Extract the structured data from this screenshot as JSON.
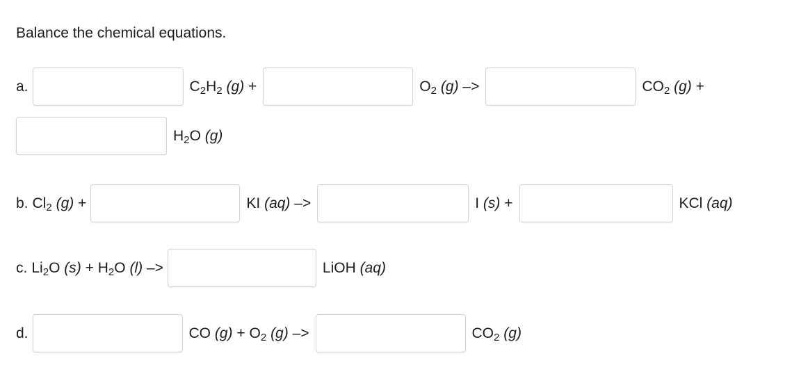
{
  "page": {
    "prompt": "Balance the chemical equations.",
    "background_color": "#ffffff",
    "text_color": "#1d1d1d",
    "input_border_color": "#d2d2d2"
  },
  "questions": [
    {
      "id": "a",
      "label": "a.",
      "lines": [
        {
          "segments": [
            {
              "kind": "input",
              "name": "coeff-c2h2",
              "value": "",
              "placeholder": ""
            },
            {
              "kind": "text",
              "name": "term-c2h2",
              "formula": "C2H2",
              "state": "(g)",
              "operator": "+"
            },
            {
              "kind": "input",
              "name": "coeff-o2",
              "value": "",
              "placeholder": ""
            },
            {
              "kind": "text",
              "name": "term-o2",
              "formula": "O2",
              "state": "(g)",
              "operator": "–>"
            },
            {
              "kind": "input",
              "name": "coeff-co2",
              "value": "",
              "placeholder": ""
            },
            {
              "kind": "text",
              "name": "term-co2",
              "formula": "CO2",
              "state": "(g)",
              "operator": "+"
            }
          ]
        },
        {
          "segments": [
            {
              "kind": "input",
              "name": "coeff-h2o",
              "value": "",
              "placeholder": ""
            },
            {
              "kind": "text",
              "name": "term-h2o",
              "formula": "H2O",
              "state": "(g)",
              "operator": ""
            }
          ]
        }
      ]
    },
    {
      "id": "b",
      "label": "b.",
      "lines": [
        {
          "segments": [
            {
              "kind": "text",
              "name": "term-cl2",
              "formula": "Cl2",
              "state": "(g)",
              "operator": "+"
            },
            {
              "kind": "input",
              "name": "coeff-ki",
              "value": "",
              "placeholder": ""
            },
            {
              "kind": "text",
              "name": "term-ki",
              "formula": "KI",
              "state": "(aq)",
              "operator": "–>"
            },
            {
              "kind": "input",
              "name": "coeff-i",
              "value": "",
              "placeholder": ""
            },
            {
              "kind": "text",
              "name": "term-i",
              "formula": "I",
              "state": "(s)",
              "operator": "+"
            },
            {
              "kind": "input",
              "name": "coeff-kcl",
              "value": "",
              "placeholder": ""
            },
            {
              "kind": "text",
              "name": "term-kcl",
              "formula": "KCl",
              "state": "(aq)",
              "operator": ""
            }
          ]
        }
      ]
    },
    {
      "id": "c",
      "label": "c.",
      "lines": [
        {
          "segments": [
            {
              "kind": "text",
              "name": "term-li2o",
              "formula": "Li2O",
              "state": "(s)",
              "operator": "+"
            },
            {
              "kind": "text",
              "name": "term-h2o-liquid",
              "formula": "H2O",
              "state": "(l)",
              "operator": "–>"
            },
            {
              "kind": "input",
              "name": "coeff-lioh",
              "value": "",
              "placeholder": ""
            },
            {
              "kind": "text",
              "name": "term-lioh",
              "formula": "LiOH",
              "state": "(aq)",
              "operator": ""
            }
          ]
        }
      ]
    },
    {
      "id": "d",
      "label": "d.",
      "lines": [
        {
          "segments": [
            {
              "kind": "input",
              "name": "coeff-co",
              "value": "",
              "placeholder": ""
            },
            {
              "kind": "text",
              "name": "term-co",
              "formula": "CO",
              "state": "(g)",
              "operator": "+"
            },
            {
              "kind": "text",
              "name": "term-o2-d",
              "formula": "O2",
              "state": "(g)",
              "operator": "–>"
            },
            {
              "kind": "input",
              "name": "coeff-co2-d",
              "value": "",
              "placeholder": ""
            },
            {
              "kind": "text",
              "name": "term-co2-d",
              "formula": "CO2",
              "state": "(g)",
              "operator": ""
            }
          ]
        }
      ]
    }
  ],
  "strings": {
    "a_label": "a.",
    "b_label": "b.",
    "c_label": "c.",
    "d_label": "d.",
    "a_c2h2": "C2H2 (g) +",
    "a_o2": "O2 (g) –>",
    "a_co2": "CO2 (g) +",
    "a_h2o": "H2O (g)",
    "b_cl2": "Cl2 (g) +",
    "b_ki": "KI (aq) –>",
    "b_i": "I (s) +",
    "b_kcl": "KCl (aq)",
    "c_lead": "Li2O (s) + H2O (l) –>",
    "c_lioh": "LiOH (aq)",
    "d_co_o2": "CO (g) + O2 (g) –>",
    "d_co2": "CO2 (g)"
  }
}
